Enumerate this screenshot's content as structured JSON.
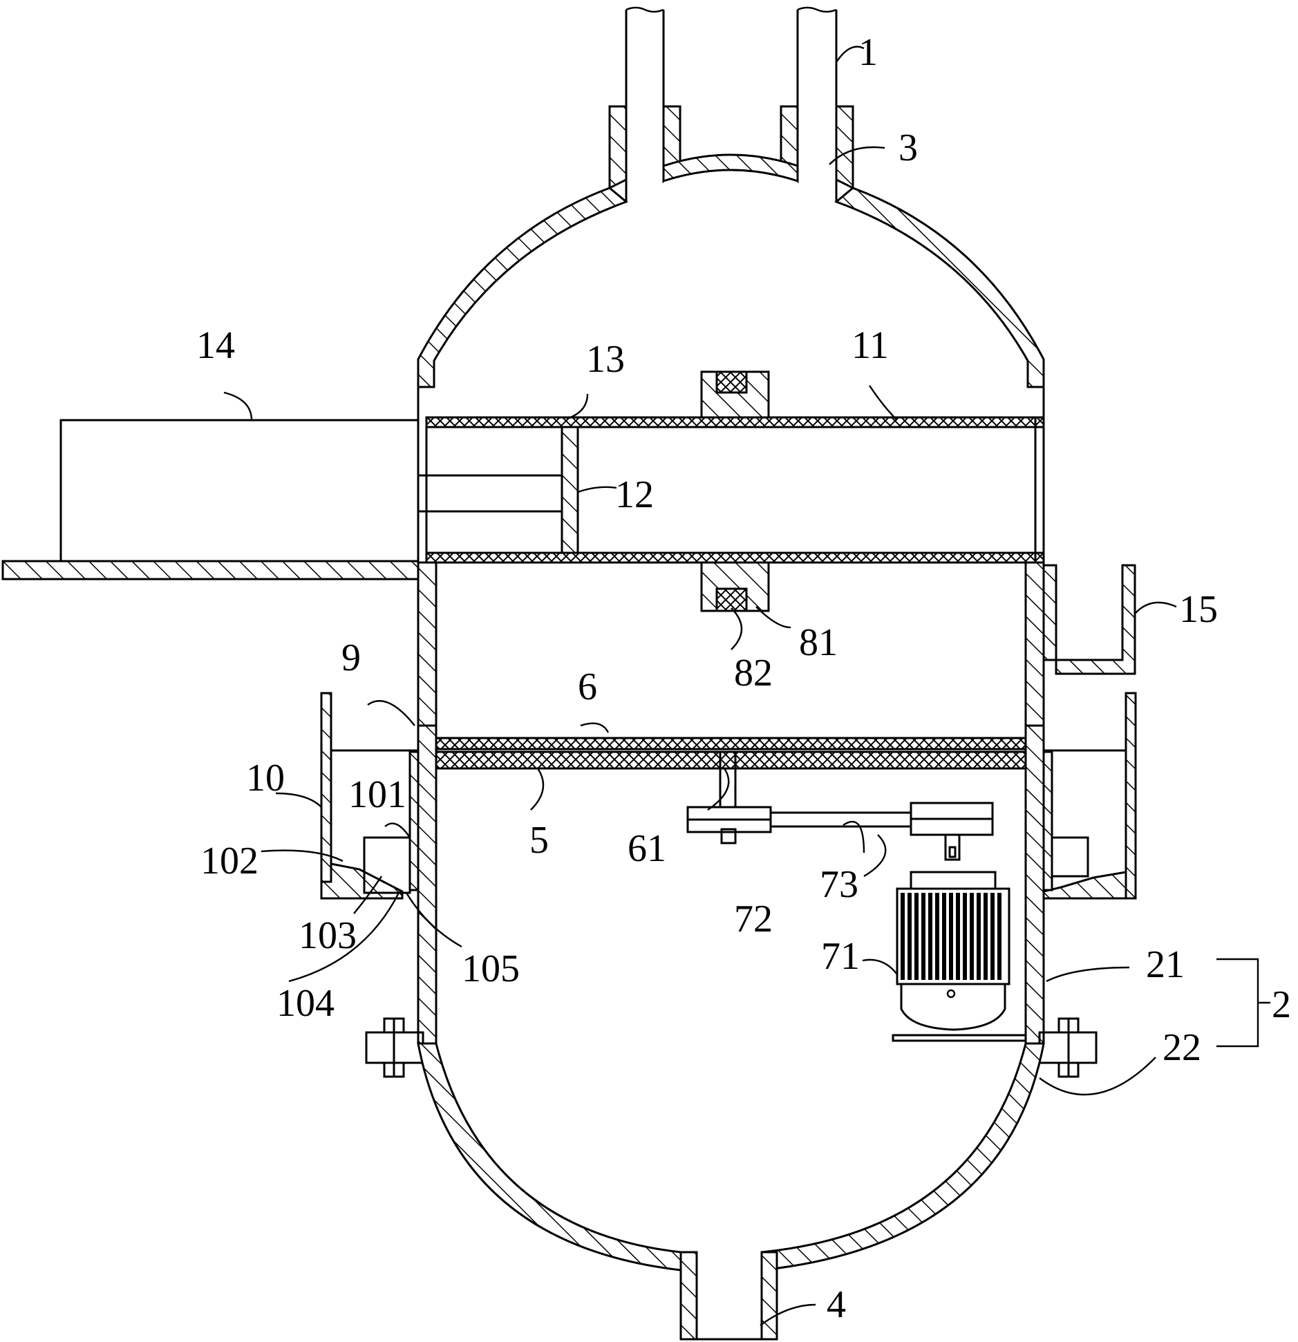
{
  "labels": {
    "l1": "1",
    "l2": "2",
    "l3": "3",
    "l4": "4",
    "l5": "5",
    "l6": "6",
    "l9": "9",
    "l10": "10",
    "l11": "11",
    "l12": "12",
    "l13": "13",
    "l14": "14",
    "l15": "15",
    "l21": "21",
    "l22": "22",
    "l61": "61",
    "l71": "71",
    "l72": "72",
    "l73": "73",
    "l81": "81",
    "l82": "82",
    "l101": "101",
    "l102": "102",
    "l103": "103",
    "l104": "104",
    "l105": "105"
  }
}
